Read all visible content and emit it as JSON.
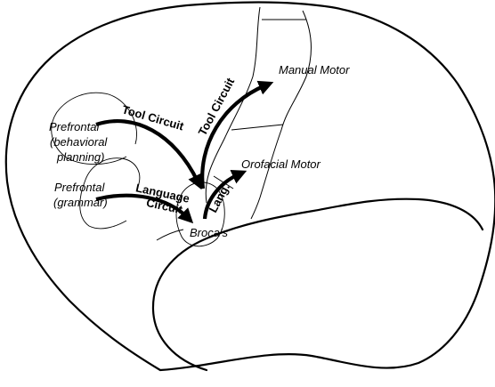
{
  "labels": {
    "manual_motor": "Manual Motor",
    "orofacial_motor": "Orofacial Motor",
    "prefrontal_behavioral_line1": "Prefrontal",
    "prefrontal_behavioral_line2": "(behavioral",
    "prefrontal_behavioral_line3": "planning)",
    "prefrontal_grammar_line1": "Prefrontal",
    "prefrontal_grammar_line2": "(grammar)",
    "brocas": "Broca's"
  },
  "circuits": {
    "tool_circuit_1": "Tool Circuit",
    "tool_circuit_2": "Tool Circuit",
    "language_line1": "Language",
    "language_line2": "Circuit",
    "lang_short": "Lang."
  }
}
